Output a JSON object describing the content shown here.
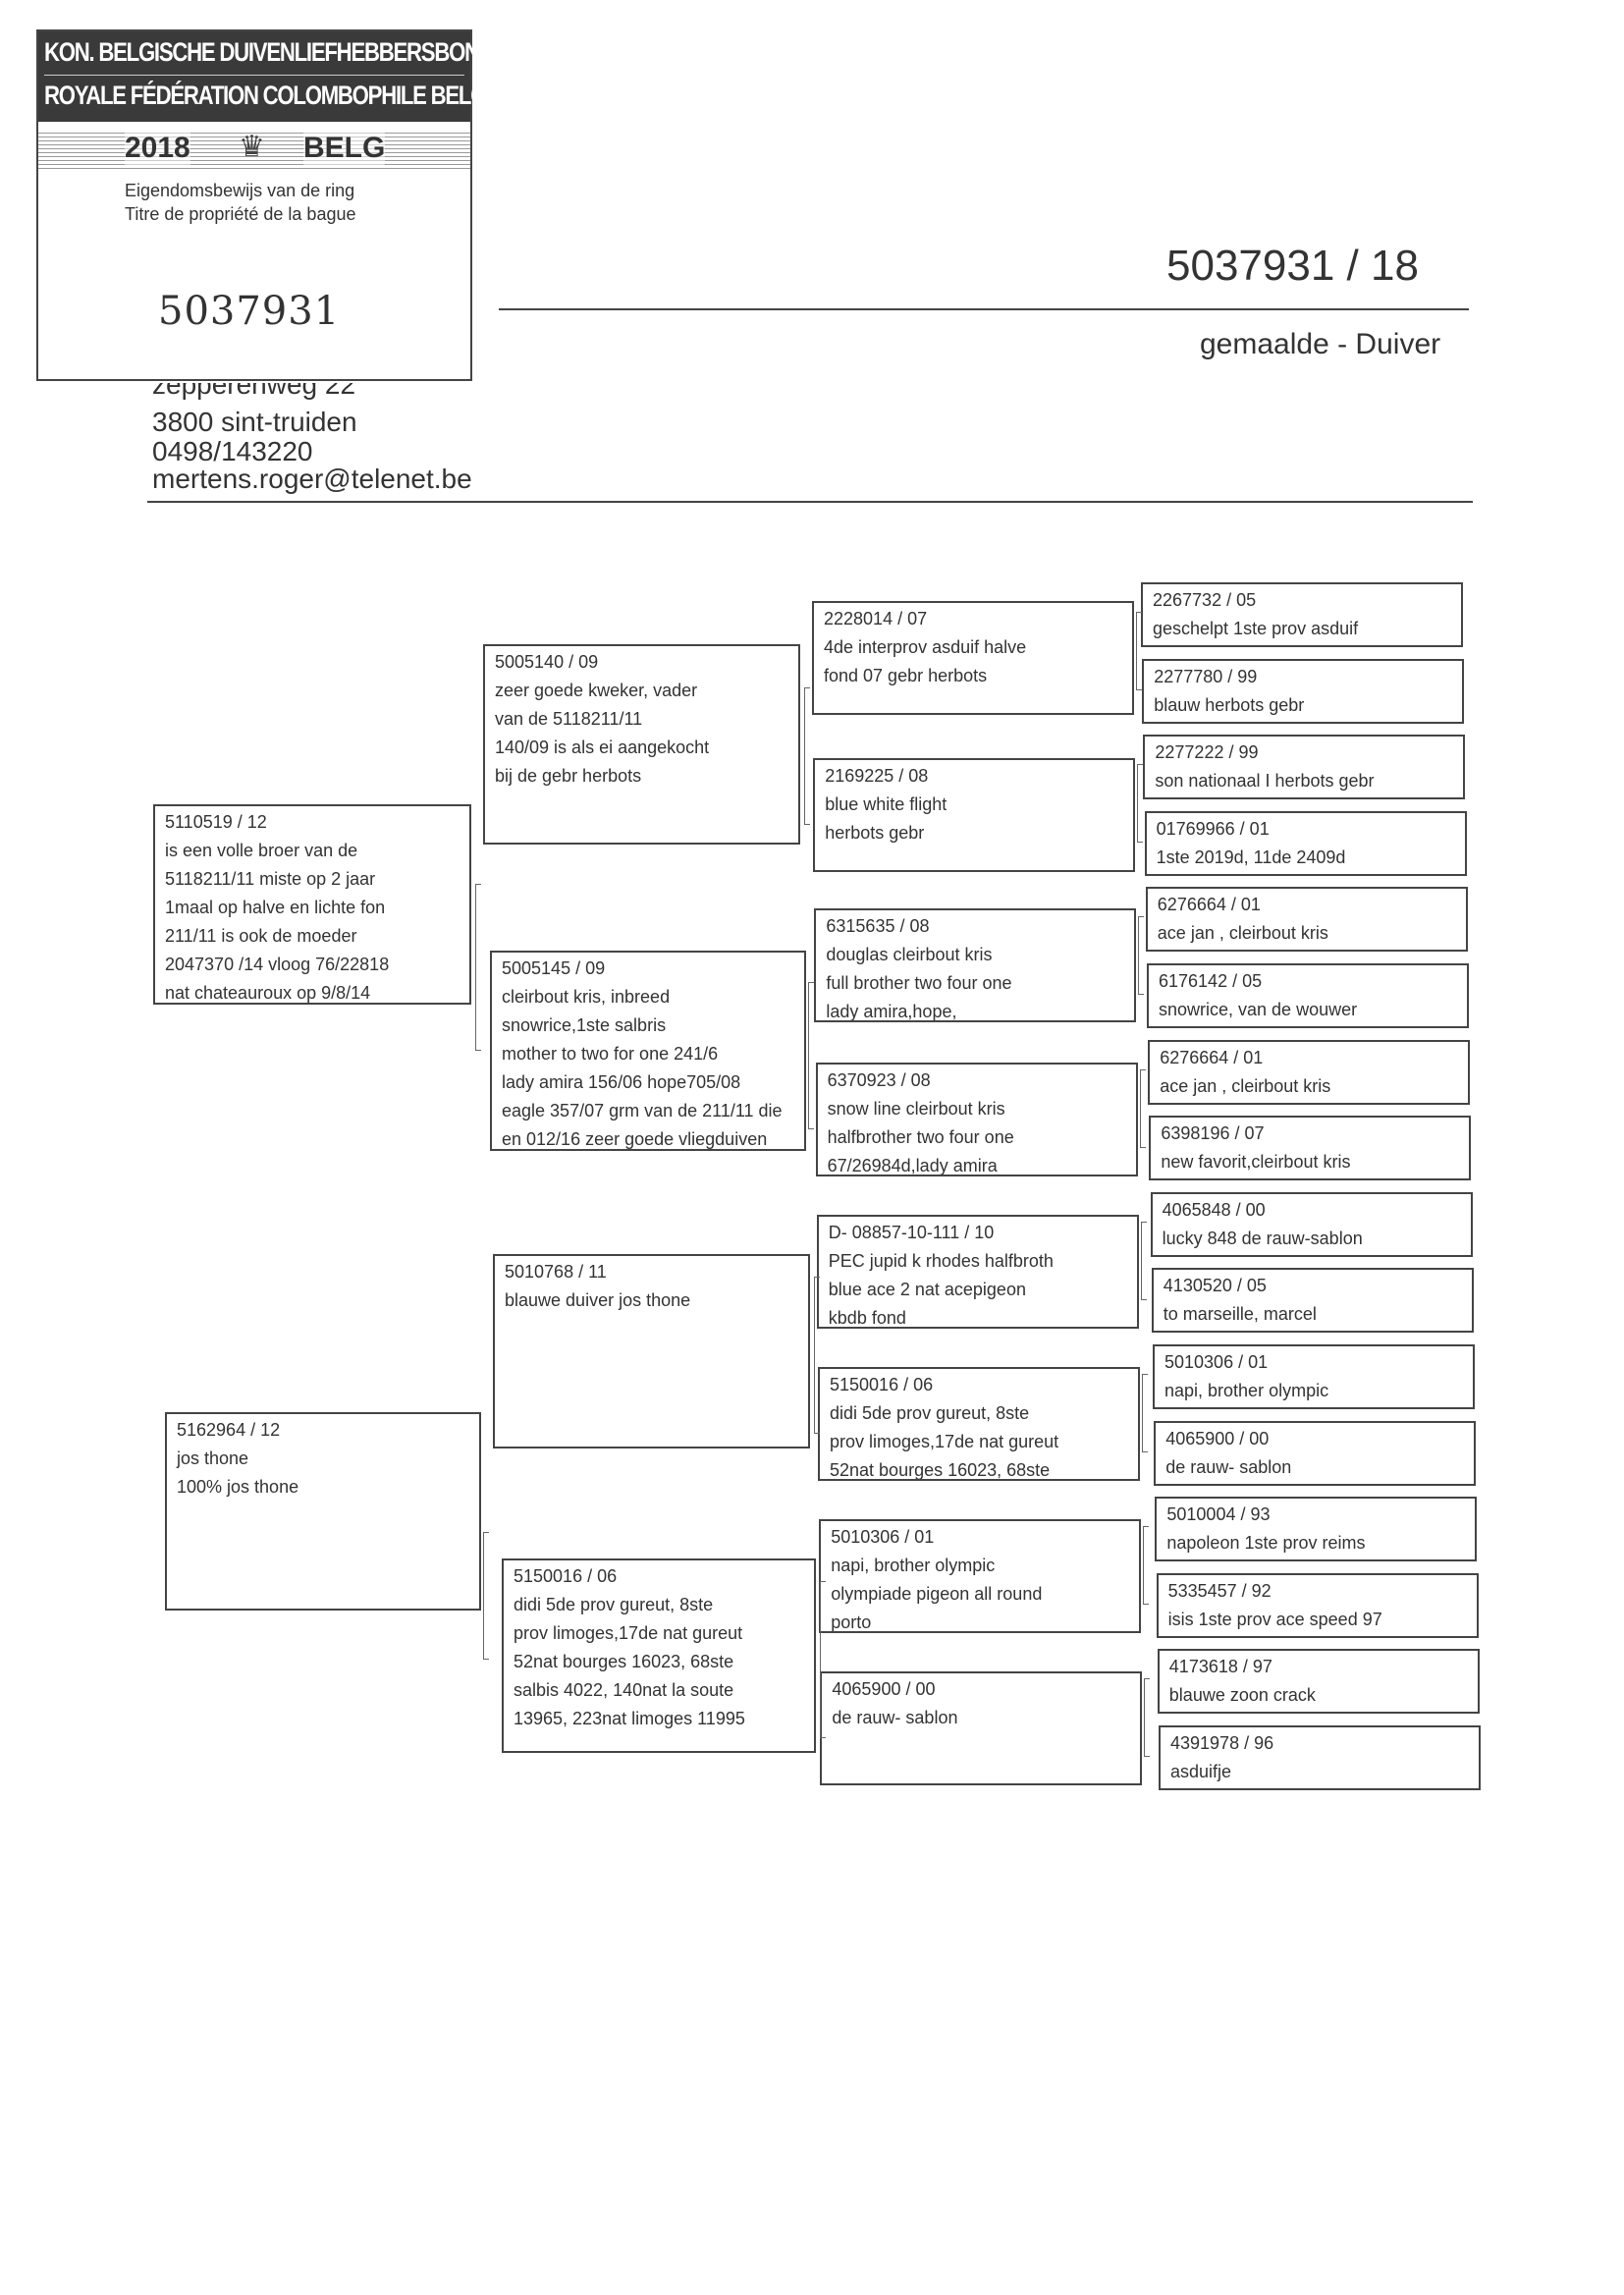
{
  "certificate": {
    "title_nl": "KON. BELGISCHE DUIVENLIEFHEBBERSBOND",
    "title_fr": "ROYALE FÉDÉRATION COLOMBOPHILE BELGE",
    "year": "2018",
    "country": "BELG",
    "label_nl": "Eigendomsbewijs van de ring",
    "label_fr": "Titre de propriété de la bague",
    "ring_number": "5037931"
  },
  "pigeon": {
    "ring": "5037931 / 18",
    "description": "gemaalde - Duiver"
  },
  "owner": {
    "street": "zepperenweg 22",
    "city": "3800  sint-truiden",
    "phone": "0498/143220",
    "email": "mertens.roger@telenet.be"
  },
  "pedigree": {
    "parents": [
      {
        "lines": [
          "5110519 / 12",
          "is een volle broer van de",
          "5118211/11 miste op 2 jaar",
          "1maal op halve en lichte fon",
          "211/11 is ook de moeder",
          "2047370 /14 vloog 76/22818",
          "nat chateauroux op 9/8/14"
        ]
      },
      {
        "lines": [
          "5162964 / 12",
          "jos thone",
          "100% jos thone"
        ]
      }
    ],
    "grandparents": [
      {
        "lines": [
          "5005140 / 09",
          "zeer goede kweker, vader",
          "van de 5118211/11",
          "140/09 is als ei aangekocht",
          "bij de gebr herbots"
        ]
      },
      {
        "lines": [
          "5005145 / 09",
          "cleirbout kris, inbreed",
          "snowrice,1ste salbris",
          "mother to two for one 241/6",
          "lady amira 156/06 hope705/08",
          "eagle 357/07 grm van de 211/11 die",
          "en 012/16 zeer goede vliegduiven"
        ]
      },
      {
        "lines": [
          "5010768 / 11",
          "blauwe duiver jos thone"
        ]
      },
      {
        "lines": [
          "5150016 / 06",
          "didi 5de prov gureut, 8ste",
          "prov limoges,17de nat gureut",
          "52nat bourges 16023, 68ste",
          "salbis 4022, 140nat la soute",
          "13965, 223nat limoges 11995"
        ]
      }
    ],
    "great_grandparents": [
      {
        "lines": [
          "2228014 / 07",
          "4de interprov asduif halve",
          "fond 07 gebr herbots"
        ]
      },
      {
        "lines": [
          "2169225 / 08",
          "blue white flight",
          "herbots gebr"
        ]
      },
      {
        "lines": [
          "6315635 / 08",
          "douglas cleirbout kris",
          "full brother two four one",
          "lady amira,hope,"
        ]
      },
      {
        "lines": [
          "6370923 / 08",
          "snow line cleirbout kris",
          "halfbrother two four one",
          "67/26984d,lady amira"
        ]
      },
      {
        "lines": [
          "D- 08857-10-111 / 10",
          "PEC jupid k rhodes halfbroth",
          "blue ace 2 nat acepigeon",
          "kbdb fond"
        ]
      },
      {
        "lines": [
          "5150016 / 06",
          "didi 5de prov gureut, 8ste",
          "prov limoges,17de nat gureut",
          "52nat bourges 16023, 68ste"
        ]
      },
      {
        "lines": [
          "5010306 / 01",
          "napi, brother olympic",
          "olympiade pigeon all round",
          "porto"
        ]
      },
      {
        "lines": [
          "4065900 / 00",
          "de rauw- sablon"
        ]
      }
    ],
    "great_great_grandparents": [
      {
        "lines": [
          "2267732 / 05",
          "geschelpt 1ste prov asduif"
        ]
      },
      {
        "lines": [
          "2277780 / 99",
          "blauw herbots gebr"
        ]
      },
      {
        "lines": [
          "2277222 / 99",
          "son nationaal I herbots gebr"
        ]
      },
      {
        "lines": [
          "01769966 / 01",
          "1ste 2019d,    11de 2409d"
        ]
      },
      {
        "lines": [
          "6276664 / 01",
          "ace jan , cleirbout kris"
        ]
      },
      {
        "lines": [
          "6176142 / 05",
          "snowrice, van de wouwer"
        ]
      },
      {
        "lines": [
          "6276664 / 01",
          "ace jan , cleirbout kris"
        ]
      },
      {
        "lines": [
          "6398196 / 07",
          "new favorit,cleirbout kris"
        ]
      },
      {
        "lines": [
          "4065848 / 00",
          "lucky 848 de rauw-sablon"
        ]
      },
      {
        "lines": [
          "4130520 / 05",
          "to marseille, marcel"
        ]
      },
      {
        "lines": [
          "5010306 / 01",
          "napi, brother olympic"
        ]
      },
      {
        "lines": [
          "4065900 / 00",
          "de rauw- sablon"
        ]
      },
      {
        "lines": [
          "5010004 / 93",
          "napoleon 1ste prov reims"
        ]
      },
      {
        "lines": [
          "5335457 / 92",
          "isis 1ste prov ace speed 97"
        ]
      },
      {
        "lines": [
          "4173618 / 97",
          "blauwe zoon crack"
        ]
      },
      {
        "lines": [
          "4391978 / 96",
          "asduifje"
        ]
      }
    ]
  }
}
